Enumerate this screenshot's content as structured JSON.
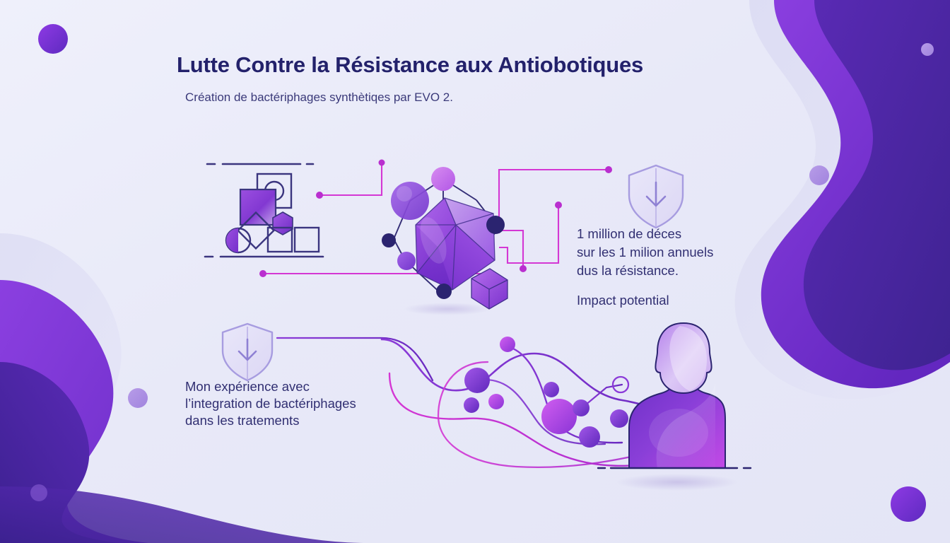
{
  "slide": {
    "title": "Lutte Contre la Résistance aux Antiobotiques",
    "subtitle": "Création de bactériphages synthètiqes par EVO 2."
  },
  "stat_callout": {
    "line1": "1 million de déces",
    "line2": "sur les 1 milion annuels",
    "line3": "dus la résistance.",
    "subtext": "Impact potential",
    "icon": "shield-download-icon"
  },
  "experience_callout": {
    "line1": "Mon expérience avec",
    "line2": "l’integration de bactériphages",
    "line3": "dans les tratements",
    "icon": "shield-download-icon"
  },
  "graphics": {
    "shapes_cluster": "abstract-shapes-cluster",
    "polyhedron": "network-polyhedron-graphic",
    "flow_network": "flowing-network-curves",
    "person": "person-silhouette-graphic"
  },
  "colors": {
    "background": "#e9eafa",
    "title": "#23216b",
    "body_text": "#312f72",
    "accent_purple": "#7b2fd4",
    "accent_violet": "#5b2bb8",
    "accent_magenta": "#d62fd6",
    "deep_indigo": "#2b2470",
    "shield_stroke": "#a79ce0"
  }
}
